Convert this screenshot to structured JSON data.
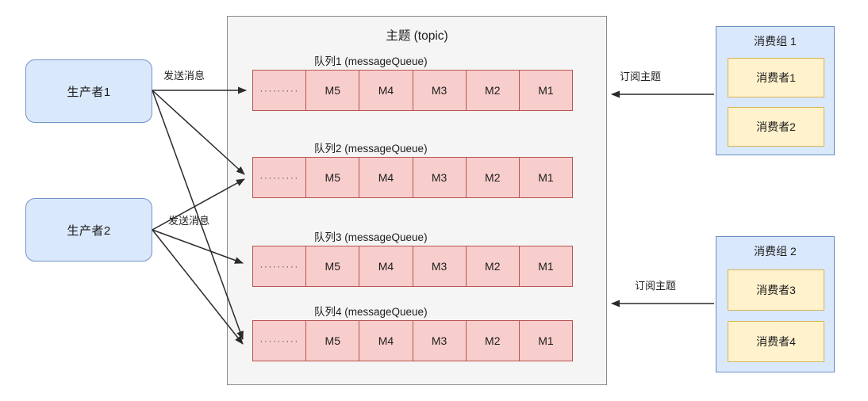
{
  "diagram": {
    "producers": [
      {
        "label": "生产者1"
      },
      {
        "label": "生产者2"
      }
    ],
    "send_labels": [
      {
        "text": "发送消息"
      },
      {
        "text": "发送消息"
      }
    ],
    "topic": {
      "title": "主题 (topic)",
      "queues": [
        {
          "label": "队列1  (messageQueue)",
          "cells": [
            "·········",
            "M5",
            "M4",
            "M3",
            "M2",
            "M1"
          ]
        },
        {
          "label": "队列2  (messageQueue)",
          "cells": [
            "·········",
            "M5",
            "M4",
            "M3",
            "M2",
            "M1"
          ]
        },
        {
          "label": "队列3  (messageQueue)",
          "cells": [
            "·········",
            "M5",
            "M4",
            "M3",
            "M2",
            "M1"
          ]
        },
        {
          "label": "队列4  (messageQueue)",
          "cells": [
            "·········",
            "M5",
            "M4",
            "M3",
            "M2",
            "M1"
          ]
        }
      ]
    },
    "subscribe_labels": [
      {
        "text": "订阅主题"
      },
      {
        "text": "订阅主题"
      }
    ],
    "consumer_groups": [
      {
        "title": "消费组 1",
        "consumers": [
          {
            "label": "消费者1"
          },
          {
            "label": "消费者2"
          }
        ]
      },
      {
        "title": "消费组 2",
        "consumers": [
          {
            "label": "消费者3"
          },
          {
            "label": "消费者4"
          }
        ]
      }
    ],
    "colors": {
      "producer_fill": "#dae8fc",
      "producer_stroke": "#7394c4",
      "topic_fill": "#f5f5f5",
      "topic_stroke": "#8a8a8a",
      "queue_fill": "#f8cecc",
      "queue_stroke": "#b85450",
      "group_fill": "#dae8fc",
      "group_stroke": "#6c8ebf",
      "consumer_fill": "#fff2cc",
      "consumer_stroke": "#d6b656",
      "arrow": "#2b2b2b"
    }
  }
}
